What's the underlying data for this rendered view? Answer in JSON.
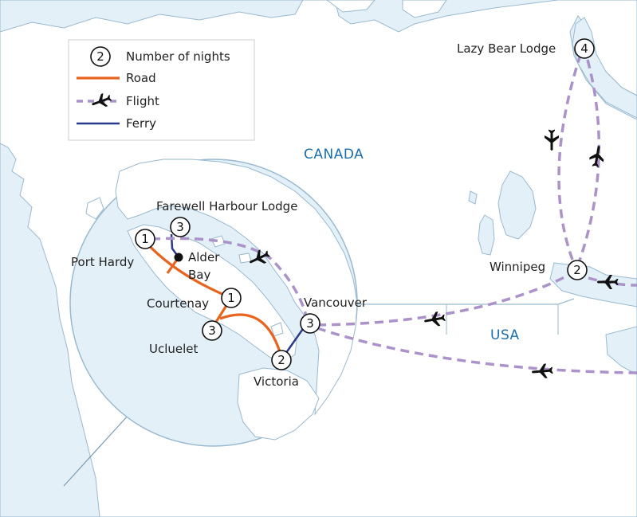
{
  "colors": {
    "water": "#e3f0f8",
    "land": "#ffffff",
    "coast": "#9ab9cf",
    "road": "#e8641e",
    "flight": "#ab93c9",
    "ferry": "#2b3a8c",
    "country_label": "#1a6fae"
  },
  "legend": {
    "nights": "Number of nights",
    "nights_sample": "2",
    "road": "Road",
    "flight": "Flight",
    "ferry": "Ferry"
  },
  "countries": {
    "canada": "CANADA",
    "usa": "USA"
  },
  "places": {
    "lazy_bear": {
      "name": "Lazy Bear Lodge",
      "nights": "4"
    },
    "farewell": {
      "name": "Farewell Harbour Lodge",
      "nights": "3"
    },
    "port_hardy": {
      "name": "Port Hardy",
      "nights": "1"
    },
    "alder_bay_1": "Alder",
    "alder_bay_2": "Bay",
    "courtenay": {
      "name": "Courtenay",
      "nights": "1"
    },
    "ucluelet": {
      "name": "Ucluelet",
      "nights": "3"
    },
    "vancouver": {
      "name": "Vancouver",
      "nights": "3"
    },
    "victoria": {
      "name": "Victoria",
      "nights": "2"
    },
    "winnipeg": {
      "name": "Winnipeg",
      "nights": "2"
    }
  },
  "icons": [
    "airplane-icon",
    "night-circle-icon",
    "stop-dot-icon"
  ]
}
